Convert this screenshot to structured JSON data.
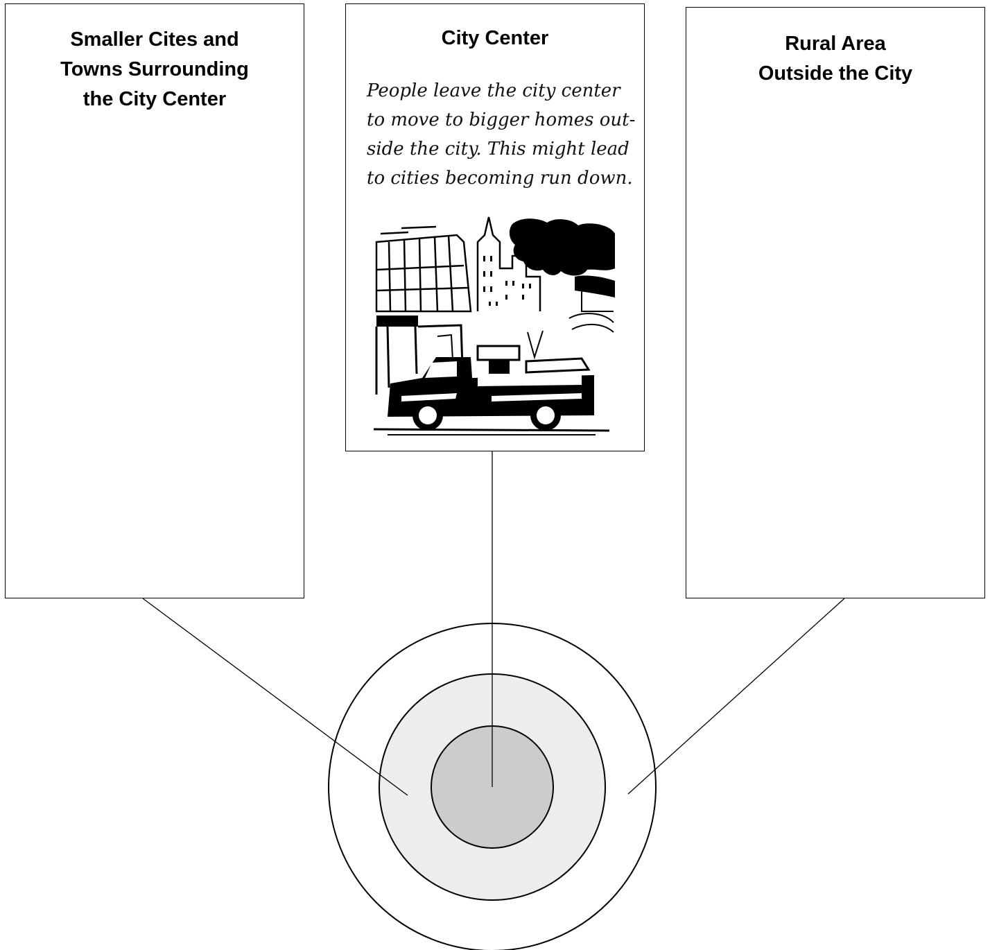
{
  "boxes": {
    "left": {
      "title_lines": [
        "Smaller Cites and",
        "Towns Surrounding",
        "the City Center"
      ]
    },
    "center": {
      "title_lines": [
        "City Center"
      ],
      "body_lines": [
        "People leave the city center",
        "to move to bigger homes out-",
        "side the city. This might lead",
        "to cities becoming run down."
      ]
    },
    "right": {
      "title_lines": [
        "Rural Area",
        "Outside the City"
      ]
    }
  },
  "rings": {
    "inner_fill": "#cccccc",
    "middle_fill": "#ededed",
    "outer_fill": "#ffffff"
  },
  "illustration": {
    "icon": "city-street-truck-illustration"
  }
}
